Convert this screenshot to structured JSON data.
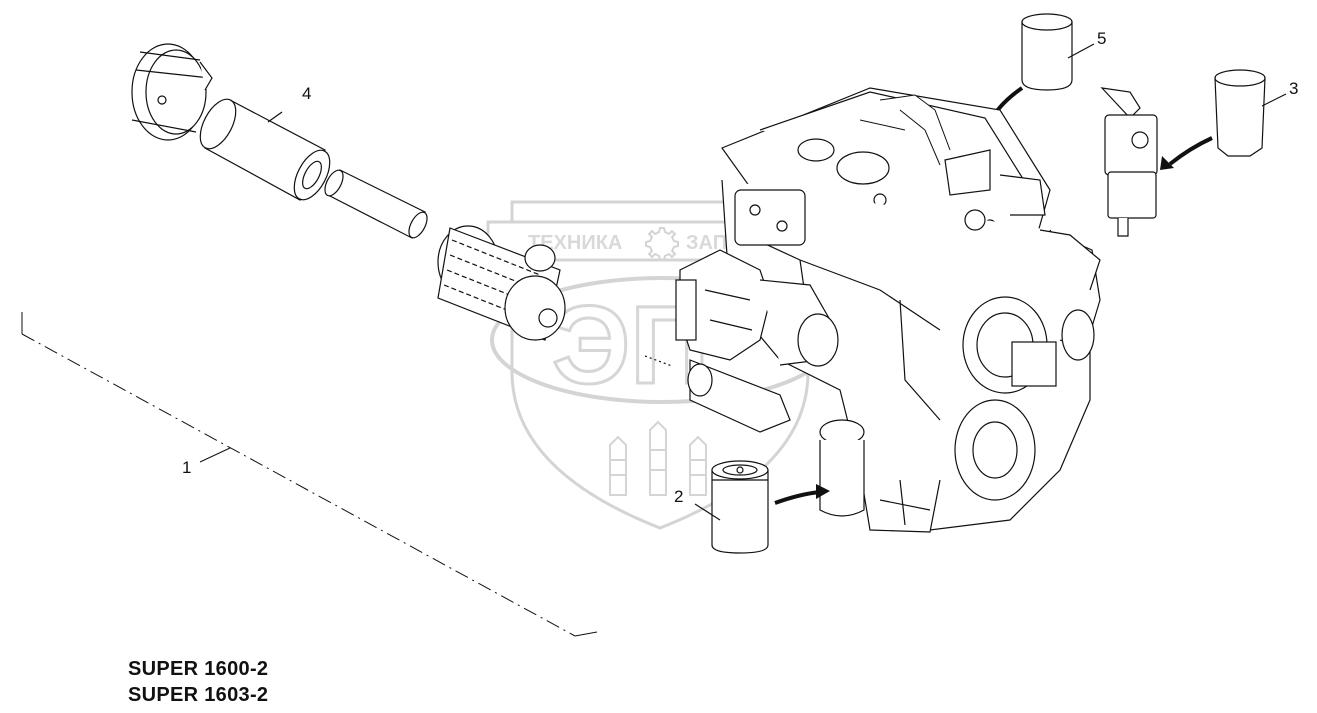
{
  "callouts": {
    "c1": "1",
    "c2": "2",
    "c3": "3",
    "c4": "4",
    "c5": "5"
  },
  "models": {
    "line1": "SUPER 1600-2",
    "line2": "SUPER 1603-2"
  },
  "watermark": {
    "left_word": "ТЕХНИКА",
    "right_word": "ЗАПЧАСТИ",
    "logo_letters": "ЭП"
  },
  "colors": {
    "ink": "#111111",
    "watermark": "#d9d9d9",
    "background": "#ffffff"
  }
}
